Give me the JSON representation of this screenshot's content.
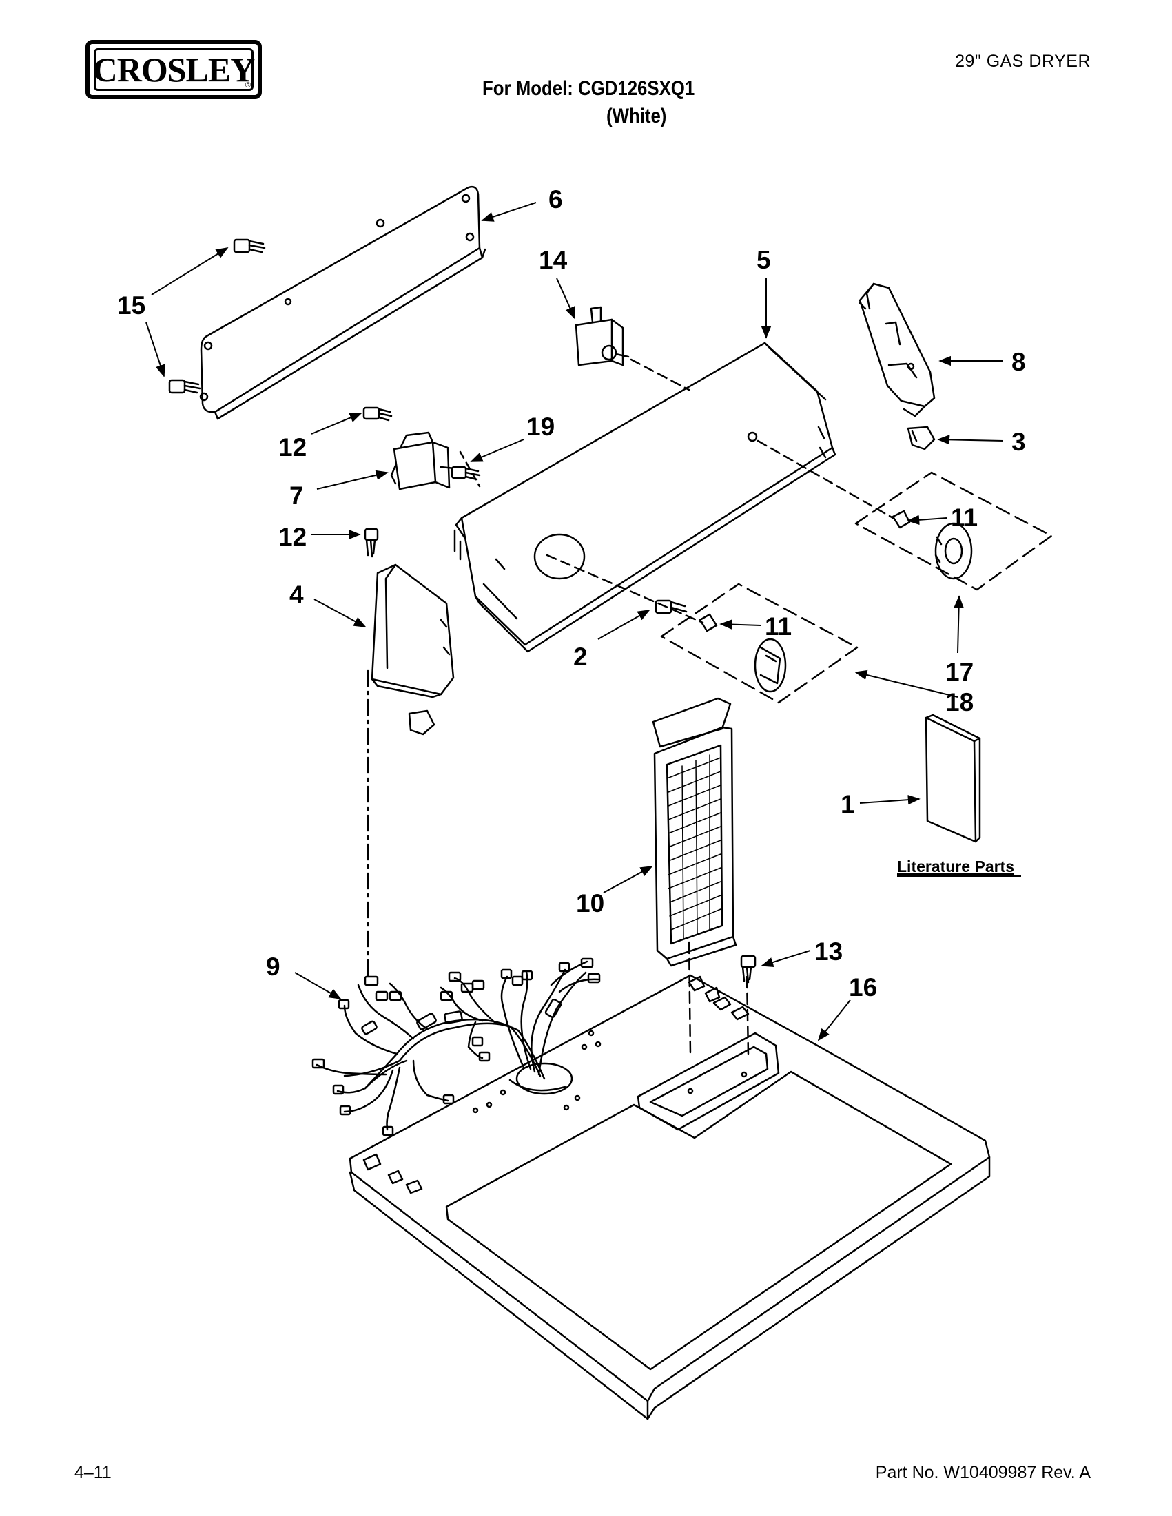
{
  "header": {
    "brand": "CROSLEY",
    "brand_mark": "®",
    "doc_type": "29\" GAS DRYER",
    "model_line": "For Model: CGD126SXQ1",
    "color_line": "(White)"
  },
  "callouts": {
    "c1": "1",
    "c2": "2",
    "c3": "3",
    "c4": "4",
    "c5": "5",
    "c6": "6",
    "c7": "7",
    "c8": "8",
    "c9": "9",
    "c10": "10",
    "c11a": "11",
    "c11b": "11",
    "c12a": "12",
    "c12b": "12",
    "c13": "13",
    "c14": "14",
    "c15": "15",
    "c16": "16",
    "c17": "17",
    "c18": "18",
    "c19": "19"
  },
  "literature_label": "Literature Parts",
  "footer": {
    "page": "4–11",
    "part_no": "Part No. W10409987 Rev. A"
  }
}
